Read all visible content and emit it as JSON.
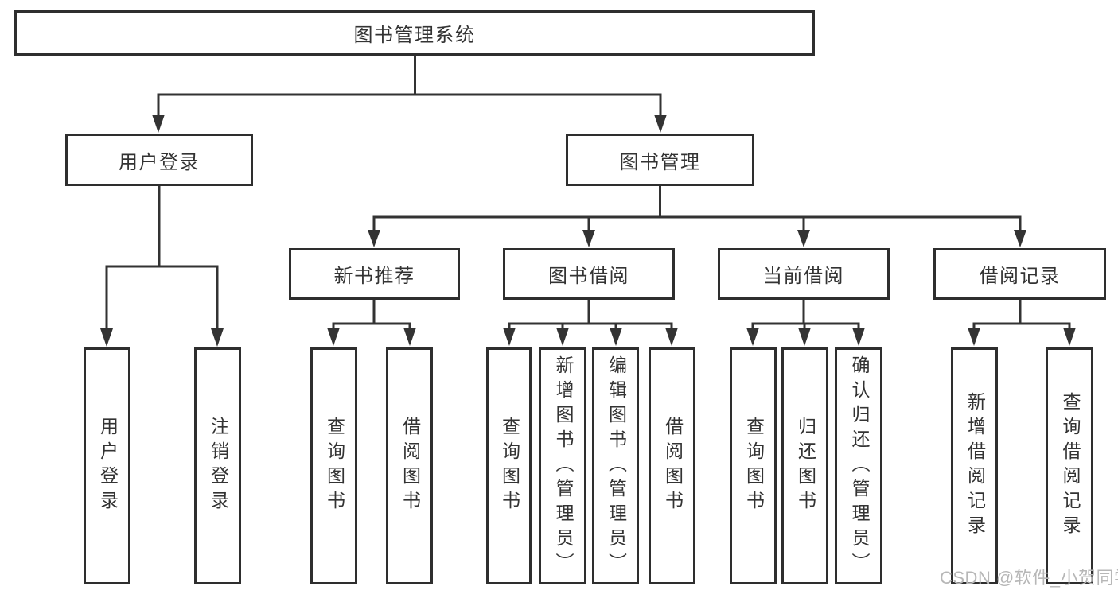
{
  "diagram": {
    "root": {
      "label": "图书管理系统"
    },
    "branches": [
      {
        "label": "用户登录",
        "leaves": [
          {
            "label": "用户登录"
          },
          {
            "label": "注销登录"
          }
        ]
      },
      {
        "label": "图书管理",
        "groups": [
          {
            "label": "新书推荐",
            "leaves": [
              {
                "label": "查询图书"
              },
              {
                "label": "借阅图书"
              }
            ]
          },
          {
            "label": "图书借阅",
            "leaves": [
              {
                "label": "查询图书"
              },
              {
                "label": "新增图书（管理员）"
              },
              {
                "label": "编辑图书（管理员）"
              },
              {
                "label": "借阅图书"
              }
            ]
          },
          {
            "label": "当前借阅",
            "leaves": [
              {
                "label": "查询图书"
              },
              {
                "label": "归还图书"
              },
              {
                "label": "确认归还（管理员）"
              }
            ]
          },
          {
            "label": "借阅记录",
            "leaves": [
              {
                "label": "新增借阅记录"
              },
              {
                "label": "查询借阅记录"
              }
            ]
          }
        ]
      }
    ]
  },
  "watermark": {
    "text": "CSDN @软件_小贺同学"
  },
  "colors": {
    "line": "#333333",
    "border": "#2e2e2e",
    "text": "#333333",
    "box_background": "#ffffff",
    "background": "#ffffff",
    "watermark": "#b7b7b7"
  }
}
